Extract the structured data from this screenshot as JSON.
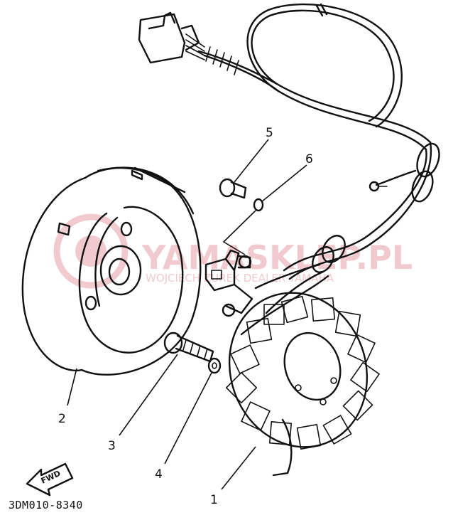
{
  "diagram": {
    "callouts": [
      {
        "id": "1",
        "label": "1"
      },
      {
        "id": "2",
        "label": "2"
      },
      {
        "id": "3",
        "label": "3"
      },
      {
        "id": "4",
        "label": "4"
      },
      {
        "id": "5",
        "label": "5"
      },
      {
        "id": "6",
        "label": "6"
      }
    ],
    "fwd_label": "FWD",
    "drawing_code": "3DM010-8340"
  },
  "watermark": {
    "brand": "YAMASKLEP.PL",
    "tagline": "WOJCIECH ZUREK DEALER YAMAHA",
    "color": "#e7a0a8"
  }
}
